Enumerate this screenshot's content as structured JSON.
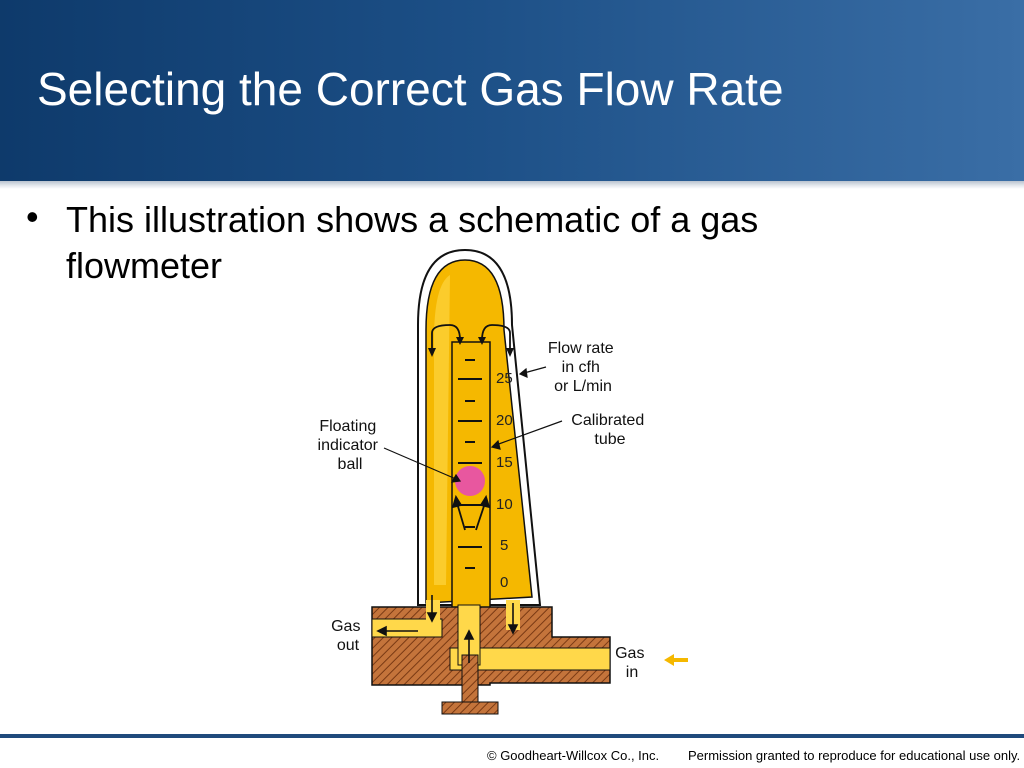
{
  "slide": {
    "title": "Selecting the Correct Gas Flow Rate",
    "bullet": "This illustration shows a schematic of a gas flowmeter"
  },
  "diagram": {
    "labels": {
      "floating_ball": [
        "Floating",
        "indicator",
        "ball"
      ],
      "flow_rate": [
        "Flow rate",
        "in cfh",
        "or L/min"
      ],
      "calibrated_tube": [
        "Calibrated",
        "tube"
      ],
      "gas_out": [
        "Gas",
        "out"
      ],
      "gas_in": [
        "Gas",
        "in"
      ]
    },
    "scale_values": [
      "25",
      "20",
      "15",
      "10",
      "5",
      "0"
    ],
    "colors": {
      "body": "#f5b800",
      "body_light": "#ffd84a",
      "ball": "#e8579f",
      "brass": "#a65a2a",
      "arrow": "#f5b800"
    }
  },
  "footer": {
    "copyright": "© Goodheart-Willcox Co., Inc.",
    "permission": "Permission granted to reproduce for educational use only."
  },
  "theme": {
    "header_dark": "#0e3a6b",
    "header_light": "#3a6ea6",
    "footer_line": "#1f4a7c"
  }
}
